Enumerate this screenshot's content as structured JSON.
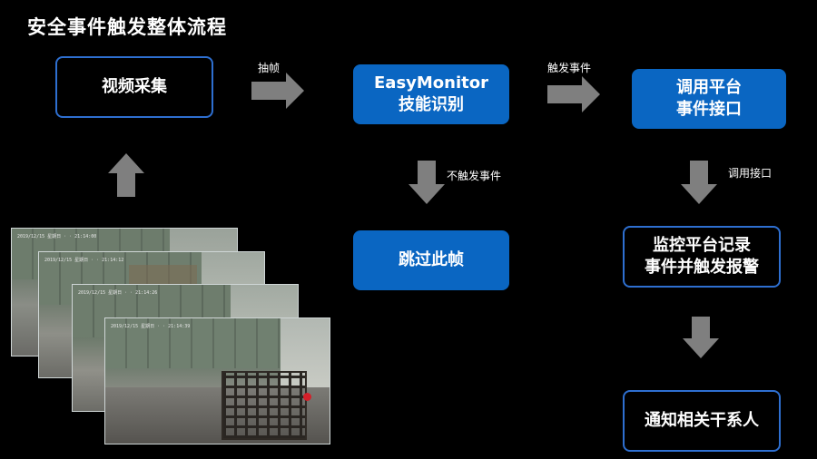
{
  "title": "安全事件触发整体流程",
  "nodes": {
    "video_capture": "视频采集",
    "easymonitor_line1": "EasyMonitor",
    "easymonitor_line2": "技能识别",
    "platform_api_line1": "调用平台",
    "platform_api_line2": "事件接口",
    "skip_frame": "跳过此帧",
    "monitor_record_line1": "监控平台记录",
    "monitor_record_line2": "事件并触发报警",
    "notify": "通知相关干系人"
  },
  "edges": {
    "extract_frame": "抽帧",
    "trigger_event": "触发事件",
    "no_trigger": "不触发事件",
    "call_api": "调用接口"
  },
  "colors": {
    "box_outline": "#2e6fd0",
    "box_fill": "#0a66c2",
    "arrow": "#7f7f7f",
    "background": "#000000"
  }
}
